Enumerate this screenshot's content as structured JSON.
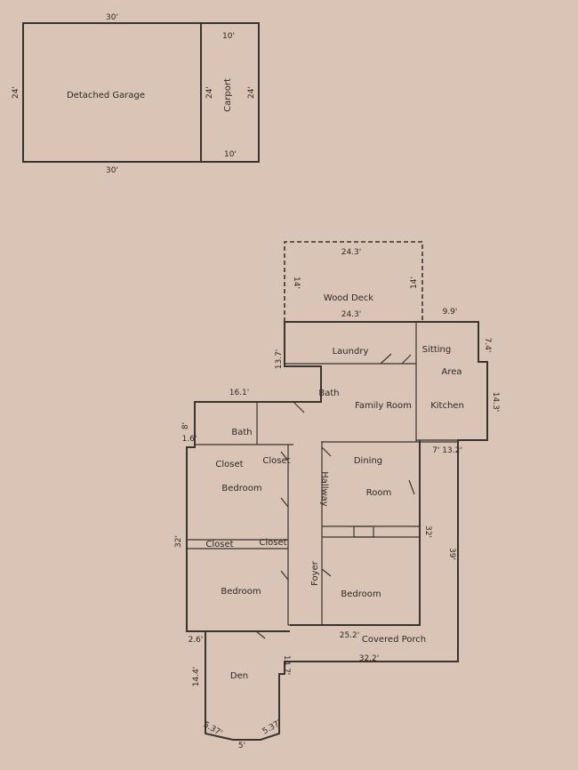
{
  "colors": {
    "paper": "#d9c4b6",
    "ink": "#3a3431"
  },
  "garage": {
    "name": "Detached Garage",
    "carport": "Carport",
    "dim_top": "30'",
    "dim_bottom": "30'",
    "dim_left": "24'",
    "dim_carport_top": "10'",
    "dim_carport_bottom": "10'",
    "dim_carport_left": "24'",
    "dim_carport_right": "24'"
  },
  "rooms": {
    "wood_deck": "Wood Deck",
    "laundry": "Laundry",
    "sitting": "Sitting",
    "area": "Area",
    "bath_upper": "Bath",
    "family_room": "Family Room",
    "kitchen": "Kitchen",
    "bath_left": "Bath",
    "closet_1": "Closet",
    "closet_2": "Closet",
    "bedroom_1": "Bedroom",
    "hallway": "Hallway",
    "dining": "Dining",
    "room": "Room",
    "closet_3": "Closet",
    "closet_4": "Closet",
    "bedroom_2": "Bedroom",
    "foyer": "Foyer",
    "bedroom_3": "Bedroom",
    "covered_porch": "Covered Porch",
    "den": "Den"
  },
  "dims": {
    "deck_top": "24.3'",
    "deck_bottom": "24.3'",
    "deck_left": "14'",
    "deck_right": "14'",
    "sitting_top": "9.9'",
    "sitting_right": "7.4'",
    "laundry_left": "13.7'",
    "kitchen_right": "14.3'",
    "bath_top": "16.1'",
    "bath_left_a": "8'",
    "bath_left_b": "1.6'",
    "kitchen_bottom": "7' 13.2'",
    "left_wall": "32'",
    "dining_right": "32'",
    "porch_right": "39'",
    "den_top": "2.6'",
    "porch_inner": "25.2'",
    "porch_outer": "32.2'",
    "den_left": "14.4'",
    "den_right": "14.7'",
    "den_diag_left": "5.37'",
    "den_bottom": "5'",
    "den_diag_right": "5.37'"
  }
}
